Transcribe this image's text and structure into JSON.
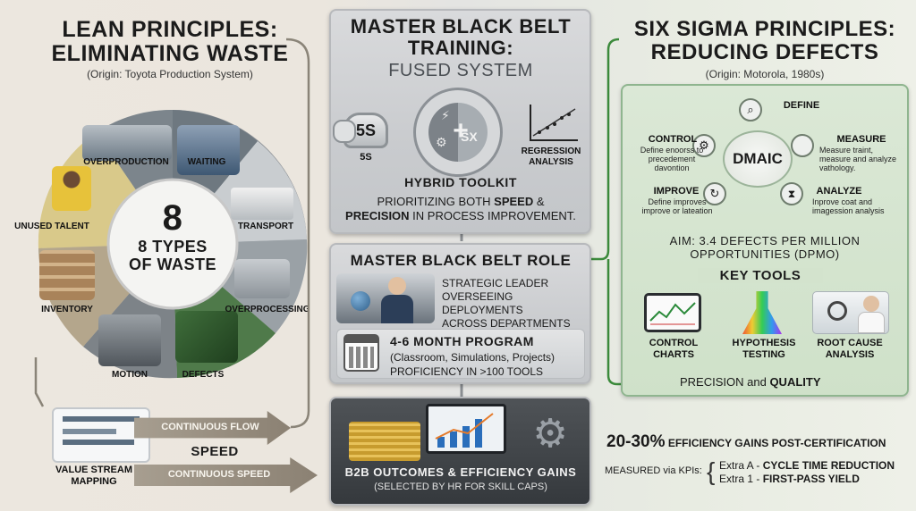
{
  "lean": {
    "title_line1": "LEAN PRINCIPLES:",
    "title_line2": "ELIMINATING WASTE",
    "origin": "(Origin: Toyota Production System)",
    "center_number": "8",
    "center_line1": "8 TYPES",
    "center_line2": "OF WASTE",
    "wastes": {
      "overproduction": "OVERPRODUCTION",
      "waiting": "WAITING",
      "transport": "TRANSPORT",
      "overprocessing": "OVERPROCESSING",
      "defects": "DEFECTS",
      "motion": "MOTION",
      "inventory": "INVENTORY",
      "unused_talent": "UNUSED TALENT"
    },
    "vsm_line1": "VALUE STREAM",
    "vsm_line2": "MAPPING",
    "flow1": "CONTINUOUS FLOW",
    "speed": "SPEED",
    "flow2": "CONTINUOUS SPEED"
  },
  "master": {
    "title_line1": "MASTER BLACK BELT",
    "title_line2": "TRAINING:",
    "title_line3": "FUSED SYSTEM",
    "tag_5s": "5S",
    "label_5s": "5S",
    "regression_line1": "REGRESSION",
    "regression_line2": "ANALYSIS",
    "sx": "SX",
    "hybrid": "HYBRID TOOLKIT",
    "prior_line1_a": "PRIORITIZING BOTH ",
    "prior_line1_b": "SPEED",
    "prior_line1_c": " &",
    "prior_line2_a": "PRECISION",
    "prior_line2_b": " IN PROCESS IMPROVEMENT.",
    "role_title": "MASTER BLACK BELT ROLE",
    "role_line1": "STRATEGIC LEADER",
    "role_line2": "OVERSEEING DEPLOYMENTS",
    "role_line3": "ACROSS DEPARTMENTS",
    "program_title": "4-6 MONTH PROGRAM",
    "program_sub": "(Classroom, Simulations, Projects)",
    "program_tools": "PROFICIENCY IN >100 TOOLS",
    "b2b_title": "B2B OUTCOMES & EFFICIENCY GAINS",
    "b2b_sub": "(SELECTED BY HR FOR SKILL CAPS)"
  },
  "sigma": {
    "title_line1": "SIX SIGMA PRINCIPLES:",
    "title_line2": "REDUCING DEFECTS",
    "origin": "(Origin: Motorola, 1980s)",
    "dmaic": "DMAIC",
    "define": "DEFINE",
    "measure": "MEASURE",
    "measure_desc": "Measure traint, measure and analyze vathology.",
    "analyze": "ANALYZE",
    "analyze_desc": "Inprove coat and imagession analysis",
    "improve": "IMPROVE",
    "improve_desc": "Define improves improve or lateation",
    "control": "CONTROL",
    "control_desc": "Define enoorss to precedement davontion",
    "aim_line1": "AIM: 3.4 DEFECTS PER MILLION",
    "aim_line2": "OPPORTUNITIES (DPMO)",
    "key_tools": "KEY TOOLS",
    "tool1_line1": "CONTROL",
    "tool1_line2": "CHARTS",
    "tool2_line1": "HYPOTHESIS",
    "tool2_line2": "TESTING",
    "tool3_line1": "ROOT CAUSE",
    "tool3_line2": "ANALYSIS",
    "precision_a": "PRECISION",
    "precision_b": " and ",
    "precision_c": "QUALITY"
  },
  "gains": {
    "pct": "20-30%",
    "pct_text": " EFFICIENCY GAINS POST-CERTIFICATION",
    "measured": "MEASURED via KPIs:",
    "kpi1_a": "Extra A - ",
    "kpi1_b": "CYCLE TIME REDUCTION",
    "kpi2_a": "Extra 1 - ",
    "kpi2_b": "FIRST-PASS YIELD"
  },
  "colors": {
    "accent_green": "#3b8a3b",
    "frame_grey": "#b7b9bc"
  }
}
